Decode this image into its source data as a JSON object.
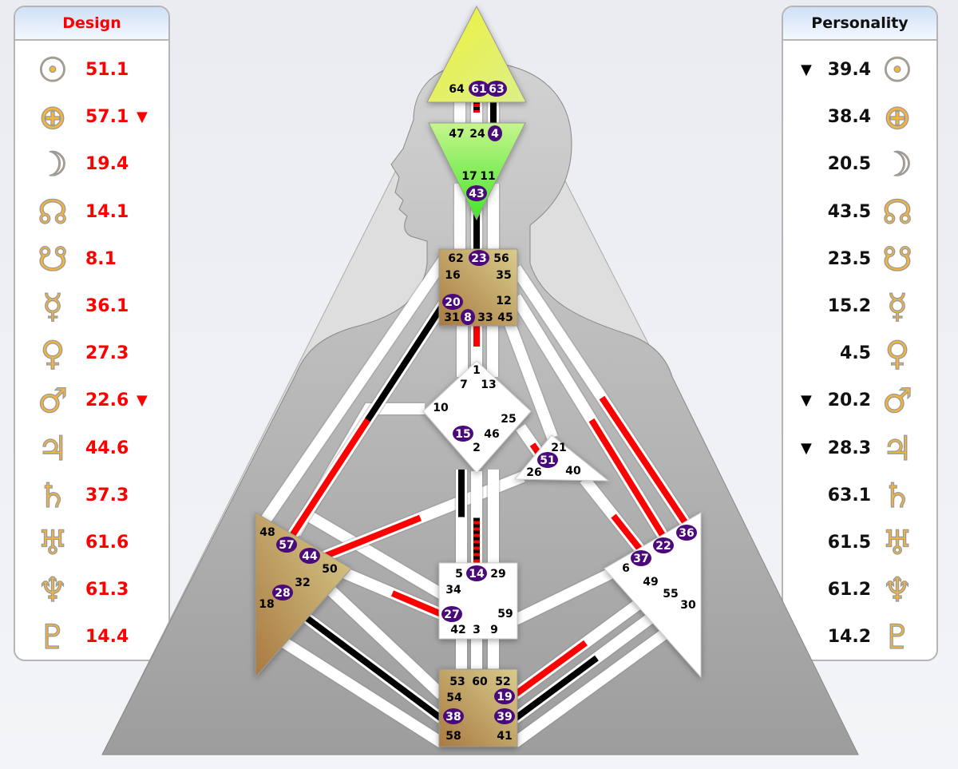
{
  "design_panel": {
    "title": "Design",
    "rows": [
      {
        "planet": "sun-icon",
        "value": "51.1",
        "arrow": ""
      },
      {
        "planet": "earth-icon",
        "value": "57.1",
        "arrow": "▼"
      },
      {
        "planet": "moon-icon",
        "value": "19.4",
        "arrow": ""
      },
      {
        "planet": "north-node-icon",
        "value": "14.1",
        "arrow": ""
      },
      {
        "planet": "south-node-icon",
        "value": "8.1",
        "arrow": ""
      },
      {
        "planet": "mercury-icon",
        "value": "36.1",
        "arrow": ""
      },
      {
        "planet": "venus-icon",
        "value": "27.3",
        "arrow": ""
      },
      {
        "planet": "mars-icon",
        "value": "22.6",
        "arrow": "▼"
      },
      {
        "planet": "jupiter-icon",
        "value": "44.6",
        "arrow": ""
      },
      {
        "planet": "saturn-icon",
        "value": "37.3",
        "arrow": ""
      },
      {
        "planet": "uranus-icon",
        "value": "61.6",
        "arrow": ""
      },
      {
        "planet": "neptune-icon",
        "value": "61.3",
        "arrow": ""
      },
      {
        "planet": "pluto-icon",
        "value": "14.4",
        "arrow": ""
      }
    ]
  },
  "personality_panel": {
    "title": "Personality",
    "rows": [
      {
        "planet": "sun-icon",
        "value": "39.4",
        "arrow": "▼"
      },
      {
        "planet": "earth-icon",
        "value": "38.4",
        "arrow": ""
      },
      {
        "planet": "moon-icon",
        "value": "20.5",
        "arrow": ""
      },
      {
        "planet": "north-node-icon",
        "value": "43.5",
        "arrow": ""
      },
      {
        "planet": "south-node-icon",
        "value": "23.5",
        "arrow": ""
      },
      {
        "planet": "mercury-icon",
        "value": "15.2",
        "arrow": ""
      },
      {
        "planet": "venus-icon",
        "value": "4.5",
        "arrow": ""
      },
      {
        "planet": "mars-icon",
        "value": "20.2",
        "arrow": "▼"
      },
      {
        "planet": "jupiter-icon",
        "value": "28.3",
        "arrow": "▼"
      },
      {
        "planet": "saturn-icon",
        "value": "63.1",
        "arrow": ""
      },
      {
        "planet": "uranus-icon",
        "value": "61.5",
        "arrow": ""
      },
      {
        "planet": "neptune-icon",
        "value": "61.2",
        "arrow": ""
      },
      {
        "planet": "pluto-icon",
        "value": "14.2",
        "arrow": ""
      }
    ]
  },
  "colors": {
    "design": "#ff0000",
    "personality": "#000000",
    "active_gate": "#4b0a7a",
    "defined_center": "#b8905a"
  },
  "centers": [
    {
      "name": "head",
      "defined": true
    },
    {
      "name": "ajna",
      "defined": true
    },
    {
      "name": "throat",
      "defined": true
    },
    {
      "name": "g",
      "defined": false
    },
    {
      "name": "heart",
      "defined": false
    },
    {
      "name": "spleen",
      "defined": true
    },
    {
      "name": "sacral",
      "defined": false
    },
    {
      "name": "solar-plexus",
      "defined": false
    },
    {
      "name": "root",
      "defined": true
    }
  ],
  "active_gates": [
    61,
    63,
    4,
    43,
    23,
    20,
    8,
    15,
    51,
    57,
    44,
    28,
    14,
    27,
    37,
    22,
    36,
    19,
    38,
    39
  ],
  "gates": [
    64,
    61,
    63,
    47,
    24,
    4,
    17,
    11,
    43,
    62,
    23,
    56,
    16,
    35,
    20,
    12,
    31,
    8,
    33,
    45,
    1,
    7,
    13,
    10,
    25,
    15,
    46,
    2,
    21,
    51,
    26,
    40,
    48,
    57,
    44,
    50,
    32,
    28,
    18,
    5,
    14,
    29,
    34,
    27,
    59,
    42,
    3,
    9,
    36,
    22,
    37,
    6,
    49,
    55,
    30,
    53,
    60,
    52,
    54,
    19,
    38,
    39,
    58,
    41
  ],
  "channels": [
    {
      "g": [
        64,
        47
      ],
      "a": "none",
      "b": "none"
    },
    {
      "g": [
        61,
        24
      ],
      "a": "both",
      "b": "none"
    },
    {
      "g": [
        63,
        4
      ],
      "a": "personality",
      "b": "personality"
    },
    {
      "g": [
        17,
        62
      ],
      "a": "none",
      "b": "none"
    },
    {
      "g": [
        43,
        23
      ],
      "a": "personality",
      "b": "personality"
    },
    {
      "g": [
        11,
        56
      ],
      "a": "none",
      "b": "none"
    },
    {
      "g": [
        48,
        16
      ],
      "a": "none",
      "b": "none"
    },
    {
      "g": [
        10,
        57
      ],
      "a": "none",
      "b": "none"
    },
    {
      "g": [
        34,
        57
      ],
      "a": "none",
      "b": "none"
    },
    {
      "g": [
        20,
        57
      ],
      "a": "personality",
      "b": "design"
    },
    {
      "g": [
        8,
        1
      ],
      "a": "design",
      "b": "none"
    },
    {
      "g": [
        31,
        7
      ],
      "a": "none",
      "b": "none"
    },
    {
      "g": [
        33,
        13
      ],
      "a": "none",
      "b": "none"
    },
    {
      "g": [
        45,
        21
      ],
      "a": "none",
      "b": "none"
    },
    {
      "g": [
        12,
        22
      ],
      "a": "none",
      "b": "design"
    },
    {
      "g": [
        35,
        36
      ],
      "a": "none",
      "b": "design"
    },
    {
      "g": [
        25,
        51
      ],
      "a": "none",
      "b": "design"
    },
    {
      "g": [
        26,
        44
      ],
      "a": "none",
      "b": "design"
    },
    {
      "g": [
        40,
        37
      ],
      "a": "none",
      "b": "design"
    },
    {
      "g": [
        15,
        5
      ],
      "a": "personality",
      "b": "none"
    },
    {
      "g": [
        2,
        14
      ],
      "a": "none",
      "b": "both"
    },
    {
      "g": [
        46,
        29
      ],
      "a": "none",
      "b": "none"
    },
    {
      "g": [
        50,
        27
      ],
      "a": "none",
      "b": "design"
    },
    {
      "g": [
        59,
        6
      ],
      "a": "none",
      "b": "none"
    },
    {
      "g": [
        32,
        54
      ],
      "a": "none",
      "b": "none"
    },
    {
      "g": [
        28,
        38
      ],
      "a": "personality",
      "b": "personality"
    },
    {
      "g": [
        18,
        58
      ],
      "a": "none",
      "b": "none"
    },
    {
      "g": [
        49,
        19
      ],
      "a": "none",
      "b": "design"
    },
    {
      "g": [
        55,
        39
      ],
      "a": "none",
      "b": "personality"
    },
    {
      "g": [
        30,
        41
      ],
      "a": "none",
      "b": "none"
    },
    {
      "g": [
        42,
        53
      ],
      "a": "none",
      "b": "none"
    },
    {
      "g": [
        3,
        60
      ],
      "a": "none",
      "b": "none"
    },
    {
      "g": [
        9,
        52
      ],
      "a": "none",
      "b": "none"
    }
  ]
}
